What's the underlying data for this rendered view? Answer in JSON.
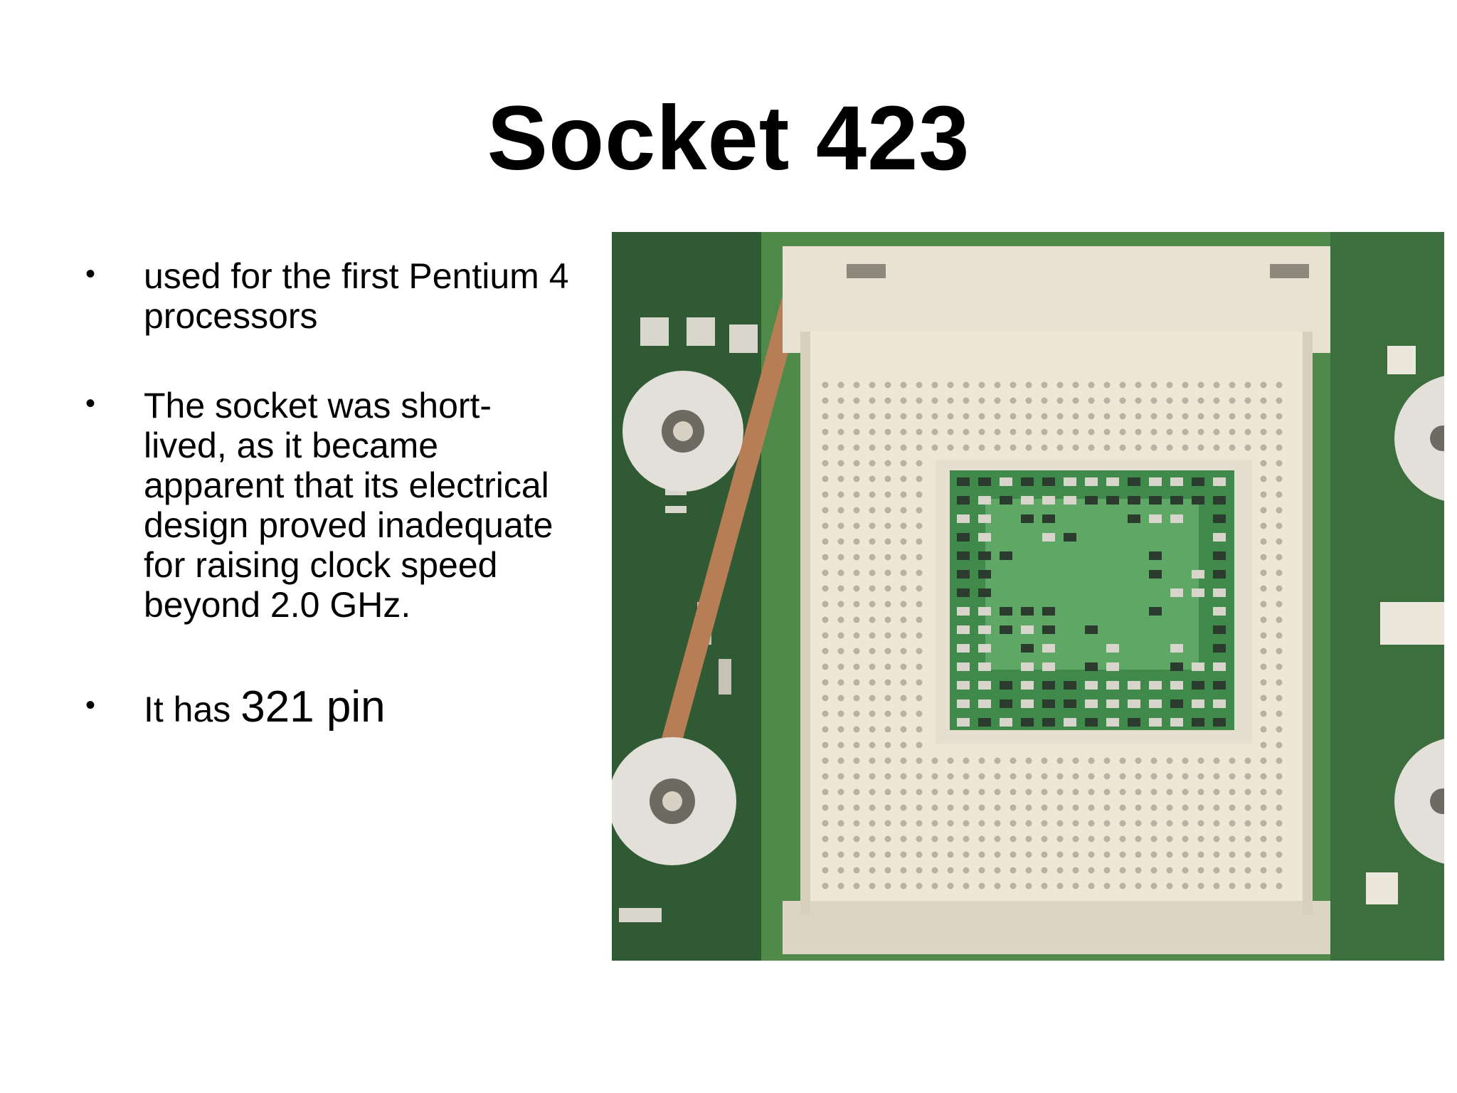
{
  "slide": {
    "title": "Socket 423",
    "bullets": [
      "used for the first Pentium 4 processors",
      "The socket was short-lived, as it became apparent that its electrical design proved inadequate for raising clock speed beyond 2.0 GHz."
    ],
    "bullet3_prefix": "It has ",
    "bullet3_emphasis": "321 pin",
    "bullet_glyph": "•"
  },
  "image": {
    "colors": {
      "board": "#4f8a4a",
      "board_dark": "#2f5a33",
      "socket": "#efe7d6",
      "socket_shadow": "#d8cfbd",
      "pin": "#b9b2a3",
      "copper": "#b77d55",
      "standoff": "#e3e0da"
    }
  }
}
